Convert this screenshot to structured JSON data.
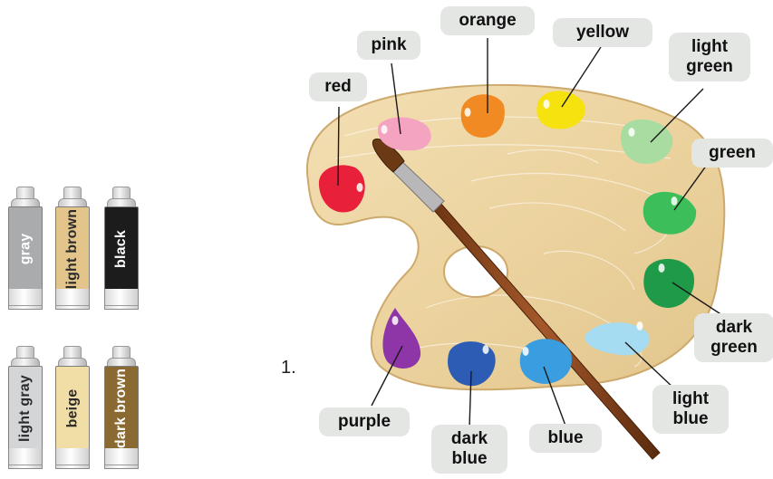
{
  "tubes": [
    {
      "label": "gray",
      "color": "#a9abac",
      "text_color": "#ffffff"
    },
    {
      "label": "light brown",
      "color": "#e3c48a",
      "text_color": "#2a2a2a"
    },
    {
      "label": "black",
      "color": "#1c1c1c",
      "text_color": "#ffffff"
    },
    {
      "label": "light gray",
      "color": "#d3d5d6",
      "text_color": "#2a2a2a"
    },
    {
      "label": "beige",
      "color": "#f1dda6",
      "text_color": "#2a2a2a"
    },
    {
      "label": "dark brown",
      "color": "#8a6a32",
      "text_color": "#ffffff"
    }
  ],
  "item_number": "1.",
  "palette_colors": [
    {
      "label": "red",
      "color": "#e8203a"
    },
    {
      "label": "pink",
      "color": "#f4a3c0"
    },
    {
      "label": "orange",
      "color": "#f28a23"
    },
    {
      "label": "yellow",
      "color": "#f5e20f"
    },
    {
      "label": "light\ngreen",
      "color": "#a8dca0"
    },
    {
      "label": "green",
      "color": "#3cbf5a"
    },
    {
      "label": "dark\ngreen",
      "color": "#1e9a48"
    },
    {
      "label": "light\nblue",
      "color": "#a6dcf2"
    },
    {
      "label": "blue",
      "color": "#3a9de0"
    },
    {
      "label": "dark\nblue",
      "color": "#2c5cb4"
    },
    {
      "label": "purple",
      "color": "#8e35a8"
    }
  ]
}
